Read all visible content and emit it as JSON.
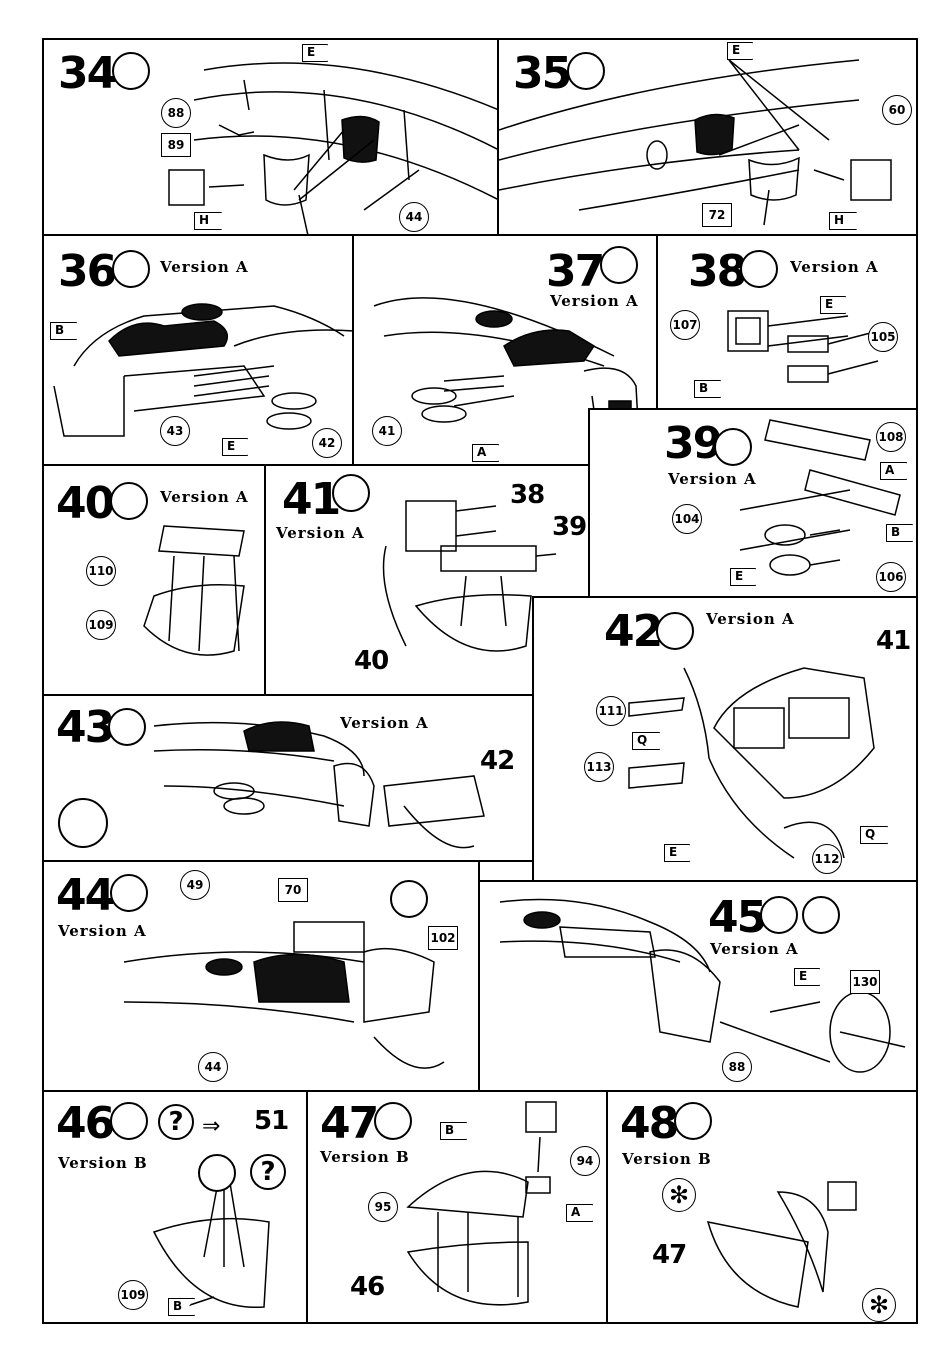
{
  "steps": {
    "s34": {
      "num": "34",
      "parts": {
        "e": "E",
        "h": "H",
        "p88": "88",
        "p89": "89",
        "p44": "44"
      }
    },
    "s35": {
      "num": "35",
      "parts": {
        "e": "E",
        "h": "H",
        "p60": "60",
        "p72": "72"
      }
    },
    "s36": {
      "num": "36",
      "version": "Version A",
      "parts": {
        "b": "B",
        "e": "E",
        "p43": "43",
        "p42": "42"
      }
    },
    "s37": {
      "num": "37",
      "version": "Version A",
      "parts": {
        "a": "A",
        "p41": "41"
      }
    },
    "s38": {
      "num": "38",
      "version": "Version A",
      "parts": {
        "b": "B",
        "e": "E",
        "p107": "107",
        "p105": "105"
      }
    },
    "s39": {
      "num": "39",
      "version": "Version A",
      "parts": {
        "a": "A",
        "b": "B",
        "e": "E",
        "p108": "108",
        "p104": "104",
        "p106": "106"
      }
    },
    "s40": {
      "num": "40",
      "version": "Version A",
      "parts": {
        "p110": "110",
        "p109": "109"
      }
    },
    "s41": {
      "num": "41",
      "version": "Version A",
      "parts": {
        "p38": "38",
        "p39": "39",
        "p40": "40"
      }
    },
    "s42": {
      "num": "42",
      "version": "Version A",
      "parts": {
        "q1": "Q",
        "q2": "Q",
        "e": "E",
        "p41": "41",
        "p111": "111",
        "p113": "113",
        "p112": "112"
      }
    },
    "s43": {
      "num": "43",
      "version": "Version A",
      "parts": {
        "p42": "42"
      }
    },
    "s44": {
      "num": "44",
      "version": "Version A",
      "parts": {
        "p49": "49",
        "p70": "70",
        "p102": "102",
        "p44": "44"
      }
    },
    "s45": {
      "num": "45",
      "version": "Version A",
      "parts": {
        "e": "E",
        "p130": "130",
        "p88": "88"
      }
    },
    "s46": {
      "num": "46",
      "version": "Version B",
      "goto": "51",
      "parts": {
        "b": "B",
        "p109": "109"
      }
    },
    "s47": {
      "num": "47",
      "version": "Version B",
      "parts": {
        "a": "A",
        "b": "B",
        "p94": "94",
        "p95": "95",
        "p46": "46"
      }
    },
    "s48": {
      "num": "48",
      "version": "Version B",
      "parts": {
        "p47": "47"
      }
    }
  },
  "icons": [
    "glue-tube-icon",
    "paint-tube-icon",
    "clock-icon",
    "drill-icon",
    "question-icon",
    "asterisk-icon"
  ]
}
